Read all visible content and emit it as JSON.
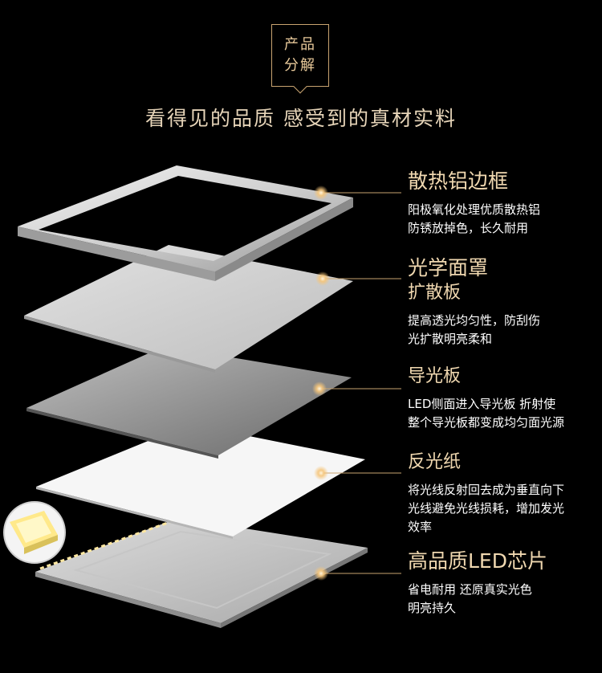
{
  "badge": {
    "line1": "产品",
    "line2": "分解"
  },
  "headline": "看得见的品质 感受到的真材实料",
  "callouts": {
    "frame": {
      "title": "散热铝边框",
      "desc": [
        "阳极氧化处理优质散热铝",
        "防锈放掉色，长久耐用"
      ]
    },
    "cover": {
      "title": "光学面罩",
      "subtitle": "扩散板",
      "desc": [
        "提高透光均匀性，防刮伤",
        "光扩散明亮柔和"
      ]
    },
    "guide": {
      "title": "导光板",
      "desc": [
        "LED侧面进入导光板 折射使",
        "整个导光板都变成均匀面光源"
      ]
    },
    "reflect": {
      "title": "反光纸",
      "desc": [
        "将光线反射回去成为垂直向下",
        "光线避免光线损耗，增加发光",
        "效率"
      ]
    },
    "led": {
      "title": "高品质LED芯片",
      "desc": [
        "省电耐用 还原真实光色",
        "明亮持久"
      ]
    }
  },
  "colors": {
    "accent": "#c9a471",
    "title": "#f0d8b0",
    "dot": "#f0c27a"
  }
}
